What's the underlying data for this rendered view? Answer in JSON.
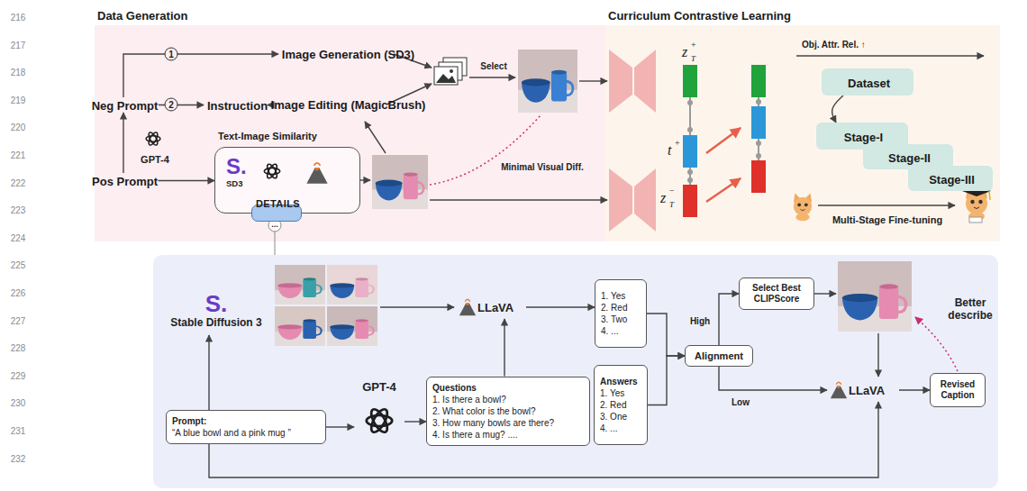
{
  "diagram": {
    "nodes": [
      {
        "text": [
          "Data Generation"
        ]
      },
      {
        "text": [
          "Neg Prompt"
        ],
        "in": 0
      },
      {
        "text": [
          "Image Generation (SD3)"
        ],
        "in": 0
      },
      {
        "text": [
          "Instruction"
        ],
        "in": 0
      },
      {
        "text": [
          "Image Editing (MagicBrush)"
        ],
        "in": 0
      },
      {
        "text": [
          "Pos Prompt"
        ],
        "in": 0
      },
      {
        "text": [
          "Text-Image Similarity",
          "S.",
          "SD3"
        ],
        "in": 0
      },
      {
        "text": [
          "DETAILS"
        ],
        "in": 6
      },
      {
        "text": [
          "Curriculum Contrastive Learning"
        ]
      },
      {
        "text": [
          "Dataset"
        ],
        "in": 8
      },
      {
        "text": [
          "Stage-I"
        ],
        "in": 8
      },
      {
        "text": [
          "Stage-II"
        ],
        "in": 8
      },
      {
        "text": [
          "Stage-III"
        ],
        "in": 8
      },
      {
        "text": [
          "S.",
          "Stable Diffusion 3"
        ]
      },
      {
        "text": [
          "LLaVA"
        ]
      },
      {
        "text": [
          "1. Yes",
          "2. Red",
          "3. Two",
          "4. ..."
        ]
      },
      {
        "text": [
          "Select Best CLIPScore"
        ]
      },
      {
        "text": [
          "Alignment"
        ]
      },
      {
        "text": [
          "GPT-4"
        ]
      },
      {
        "text": [
          "Questions",
          "1. Is there a bowl?",
          "2. What color is the bowl?",
          "3. How many bowls are there?",
          "4. Is there a mug? ...."
        ]
      },
      {
        "text": [
          "Answers",
          "1. Yes",
          "2. Red",
          "3. One",
          "4. ..."
        ]
      },
      {
        "text": [
          "LLaVA"
        ]
      },
      {
        "text": [
          "Revised Caption"
        ]
      },
      {
        "text": [
          "Prompt:",
          "“A blue bowl and a pink mug ”"
        ]
      }
    ],
    "edges": [
      {
        "from": 1,
        "to": 2,
        "label": "1",
        "arrow": "to"
      },
      {
        "from": 1,
        "to": 3,
        "label": "2",
        "arrow": "to"
      },
      {
        "from": 3,
        "to": 4,
        "arrow": "to"
      },
      {
        "from": 5,
        "to": 1,
        "label": "GPT-4",
        "arrow": "to"
      },
      {
        "from": 5,
        "to": 6,
        "arrow": "to"
      },
      {
        "from": 9,
        "to": 10,
        "arrow": "to"
      },
      {
        "from": 23,
        "to": 13,
        "arrow": "to"
      },
      {
        "from": 23,
        "to": 18,
        "arrow": "to"
      },
      {
        "from": 18,
        "to": 19,
        "arrow": "to"
      },
      {
        "from": 19,
        "to": 14,
        "arrow": "to"
      },
      {
        "from": 14,
        "to": 15,
        "arrow": "to"
      },
      {
        "from": 15,
        "to": 17,
        "arrow": "to"
      },
      {
        "from": 20,
        "to": 17,
        "arrow": "to"
      },
      {
        "from": 17,
        "to": 16,
        "label": "High",
        "arrow": "to"
      },
      {
        "from": 17,
        "to": 21,
        "label": "Low",
        "arrow": "to"
      },
      {
        "from": 23,
        "to": 21,
        "arrow": "to"
      },
      {
        "from": 21,
        "to": 22,
        "arrow": "to"
      }
    ],
    "labels": [
      "216",
      "217",
      "218",
      "219",
      "220",
      "221",
      "222",
      "223",
      "224",
      "225",
      "226",
      "227",
      "228",
      "229",
      "230",
      "231",
      "232",
      "Select",
      "Minimal Visual Diff.",
      "...",
      "z",
      "T",
      "+",
      "t",
      "+",
      "z",
      "T",
      "−",
      "Obj. Attr. Rel. ↑",
      "Multi-Stage Fine-tuning",
      "Better describe"
    ]
  }
}
